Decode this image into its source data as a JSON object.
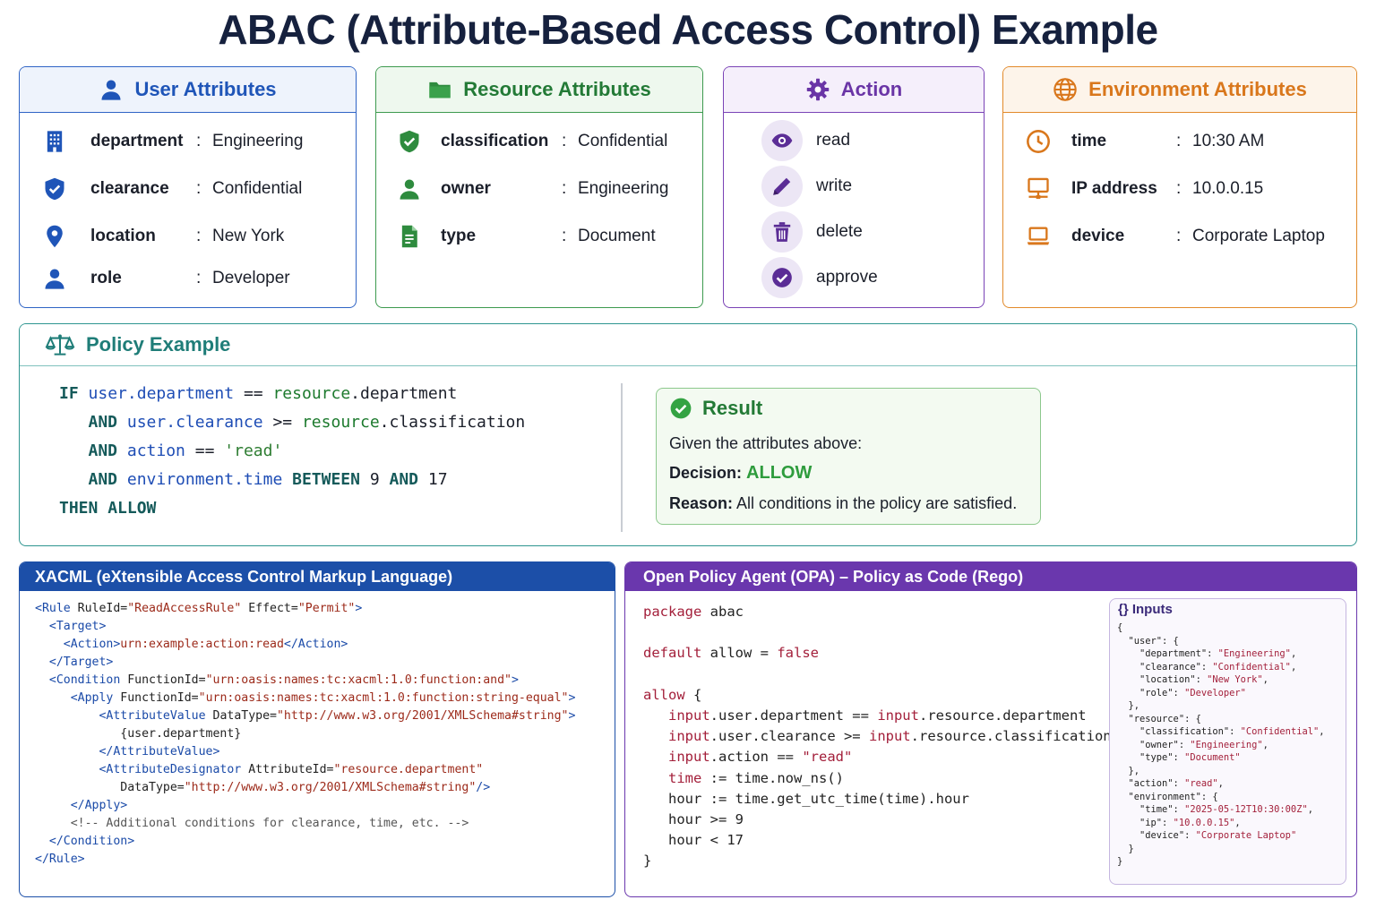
{
  "title": "ABAC (Attribute-Based Access Control) Example",
  "colors": {
    "user": "#2f64c5",
    "resource": "#3d9a4f",
    "action": "#7a43b6",
    "environment": "#e28a2a",
    "policy": "#2e9590",
    "xacml": "#1c4fa8",
    "opa": "#6a37ad"
  },
  "user": {
    "title": "User Attributes",
    "items": [
      {
        "icon": "building-icon",
        "key": "department",
        "value": "Engineering"
      },
      {
        "icon": "shield-check-icon",
        "key": "clearance",
        "value": "Confidential"
      },
      {
        "icon": "location-pin-icon",
        "key": "location",
        "value": "New York"
      },
      {
        "icon": "person-icon",
        "key": "role",
        "value": "Developer"
      }
    ]
  },
  "resource": {
    "title": "Resource Attributes",
    "items": [
      {
        "icon": "shield-check-icon",
        "key": "classification",
        "value": "Confidential"
      },
      {
        "icon": "person-icon",
        "key": "owner",
        "value": "Engineering"
      },
      {
        "icon": "document-icon",
        "key": "type",
        "value": "Document"
      }
    ]
  },
  "action": {
    "title": "Action",
    "items": [
      {
        "icon": "eye-icon",
        "value": "read"
      },
      {
        "icon": "pencil-icon",
        "value": "write"
      },
      {
        "icon": "trash-icon",
        "value": "delete"
      },
      {
        "icon": "check-circle-icon",
        "value": "approve"
      }
    ]
  },
  "environment": {
    "title": "Environment Attributes",
    "items": [
      {
        "icon": "clock-icon",
        "key": "time",
        "value": "10:30 AM"
      },
      {
        "icon": "monitor-network-icon",
        "key": "IP address",
        "value": "10.0.0.15"
      },
      {
        "icon": "laptop-icon",
        "key": "device",
        "value": "Corporate Laptop"
      }
    ]
  },
  "separator": ":",
  "policy": {
    "title": "Policy Example",
    "lines": [
      [
        [
          "IF",
          "kw"
        ],
        [
          " ",
          ""
        ],
        [
          "user",
          "var"
        ],
        [
          ".department",
          "var"
        ],
        [
          " == ",
          ""
        ],
        [
          "resource",
          "res"
        ],
        [
          ".department",
          ""
        ]
      ],
      [
        [
          "   AND",
          "kw"
        ],
        [
          " ",
          ""
        ],
        [
          "user",
          "var"
        ],
        [
          ".clearance",
          "var"
        ],
        [
          " >= ",
          ""
        ],
        [
          "resource",
          "res"
        ],
        [
          ".classification",
          ""
        ]
      ],
      [
        [
          "   AND",
          "kw"
        ],
        [
          " ",
          ""
        ],
        [
          "action",
          "var"
        ],
        [
          " == ",
          ""
        ],
        [
          "'read'",
          "str"
        ]
      ],
      [
        [
          "   AND",
          "kw"
        ],
        [
          " ",
          ""
        ],
        [
          "environment",
          "var"
        ],
        [
          ".time",
          "var"
        ],
        [
          " ",
          ""
        ],
        [
          "BETWEEN",
          "kw"
        ],
        [
          " 9 ",
          ""
        ],
        [
          "AND",
          "kw"
        ],
        [
          " 17",
          ""
        ]
      ],
      [
        [
          "THEN",
          "kw"
        ],
        [
          " ",
          ""
        ],
        [
          "ALLOW",
          "kw"
        ]
      ]
    ],
    "result": {
      "title": "Result",
      "line1": "Given the attributes above:",
      "decision_label": "Decision:",
      "decision_value": "ALLOW",
      "reason_label": "Reason:",
      "reason_value": "All conditions in the policy are satisfied."
    }
  },
  "xacml": {
    "title": "XACML (eXtensible Access Control Markup Language)",
    "lines": [
      [
        [
          "<Rule",
          "tag"
        ],
        [
          " RuleId=",
          "attrn"
        ],
        [
          "\"ReadAccessRule\"",
          "aval"
        ],
        [
          " Effect=",
          "attrn"
        ],
        [
          "\"Permit\"",
          "aval"
        ],
        [
          ">",
          "tag"
        ]
      ],
      [
        [
          "  <Target>",
          "tag"
        ]
      ],
      [
        [
          "    <Action>",
          "tag"
        ],
        [
          "urn:example:action:read",
          "aval"
        ],
        [
          "</Action>",
          "tag"
        ]
      ],
      [
        [
          "  </Target>",
          "tag"
        ]
      ],
      [
        [
          "  <Condition",
          "tag"
        ],
        [
          " FunctionId=",
          "attrn"
        ],
        [
          "\"urn:oasis:names:tc:xacml:1.0:function:and\"",
          "aval"
        ],
        [
          ">",
          "tag"
        ]
      ],
      [
        [
          "     <Apply",
          "tag"
        ],
        [
          " FunctionId=",
          "attrn"
        ],
        [
          "\"urn:oasis:names:tc:xacml:1.0:function:string-equal\"",
          "aval"
        ],
        [
          ">",
          "tag"
        ]
      ],
      [
        [
          "         <AttributeValue",
          "tag"
        ],
        [
          " DataType=",
          "attrn"
        ],
        [
          "\"http://www.w3.org/2001/XMLSchema#string\"",
          "aval"
        ],
        [
          ">",
          "tag"
        ]
      ],
      [
        [
          "            {user.department}",
          "attrn"
        ]
      ],
      [
        [
          "         </AttributeValue>",
          "tag"
        ]
      ],
      [
        [
          "         <AttributeDesignator",
          "tag"
        ],
        [
          " AttributeId=",
          "attrn"
        ],
        [
          "\"resource.department\"",
          "aval"
        ]
      ],
      [
        [
          "            DataType=",
          "attrn"
        ],
        [
          "\"http://www.w3.org/2001/XMLSchema#string\"",
          "aval"
        ],
        [
          "/>",
          "tag"
        ]
      ],
      [
        [
          "     </Apply>",
          "tag"
        ]
      ],
      [
        [
          "     <!-- Additional conditions for clearance, time, etc. -->",
          "cmt"
        ]
      ],
      [
        [
          "  </Condition>",
          "tag"
        ]
      ],
      [
        [
          "</Rule>",
          "tag"
        ]
      ]
    ]
  },
  "opa": {
    "title": "Open Policy Agent (OPA) – Policy as Code (Rego)",
    "lines": [
      [
        [
          "package",
          "okw"
        ],
        [
          " abac",
          ""
        ]
      ],
      [
        [
          "",
          ""
        ]
      ],
      [
        [
          "default",
          "okw"
        ],
        [
          " allow = ",
          ""
        ],
        [
          "false",
          "okw"
        ]
      ],
      [
        [
          "",
          ""
        ]
      ],
      [
        [
          "allow",
          "okw"
        ],
        [
          " {",
          ""
        ]
      ],
      [
        [
          "   ",
          ""
        ],
        [
          "input",
          "oin"
        ],
        [
          ".user.department == ",
          ""
        ],
        [
          "input",
          "oin"
        ],
        [
          ".resource.department",
          ""
        ]
      ],
      [
        [
          "   ",
          ""
        ],
        [
          "input",
          "oin"
        ],
        [
          ".user.clearance >= ",
          ""
        ],
        [
          "input",
          "oin"
        ],
        [
          ".resource.classification",
          ""
        ]
      ],
      [
        [
          "   ",
          ""
        ],
        [
          "input",
          "oin"
        ],
        [
          ".action == ",
          ""
        ],
        [
          "\"read\"",
          "ostr"
        ]
      ],
      [
        [
          "   ",
          ""
        ],
        [
          "time",
          "oin"
        ],
        [
          " := time.now_ns()",
          ""
        ]
      ],
      [
        [
          "   hour := time.get_utc_time(time).hour",
          ""
        ]
      ],
      [
        [
          "   hour >= 9",
          ""
        ]
      ],
      [
        [
          "   hour < 17",
          ""
        ]
      ],
      [
        [
          "}",
          ""
        ]
      ]
    ],
    "inputs": {
      "title": "{} Inputs",
      "lines": [
        [
          [
            "{",
            ""
          ]
        ],
        [
          [
            "  \"user\": {",
            ""
          ]
        ],
        [
          [
            "    \"department\": ",
            ""
          ],
          [
            "\"Engineering\"",
            "jv"
          ],
          [
            ",",
            ""
          ]
        ],
        [
          [
            "    \"clearance\": ",
            ""
          ],
          [
            "\"Confidential\"",
            "jv"
          ],
          [
            ",",
            ""
          ]
        ],
        [
          [
            "    \"location\": ",
            ""
          ],
          [
            "\"New York\"",
            "jv"
          ],
          [
            ",",
            ""
          ]
        ],
        [
          [
            "    \"role\": ",
            ""
          ],
          [
            "\"Developer\"",
            "jv"
          ]
        ],
        [
          [
            "  },",
            ""
          ]
        ],
        [
          [
            "  \"resource\": {",
            ""
          ]
        ],
        [
          [
            "    \"classification\": ",
            ""
          ],
          [
            "\"Confidential\"",
            "jv"
          ],
          [
            ",",
            ""
          ]
        ],
        [
          [
            "    \"owner\": ",
            ""
          ],
          [
            "\"Engineering\"",
            "jv"
          ],
          [
            ",",
            ""
          ]
        ],
        [
          [
            "    \"type\": ",
            ""
          ],
          [
            "\"Document\"",
            "jv"
          ]
        ],
        [
          [
            "  },",
            ""
          ]
        ],
        [
          [
            "  \"action\": ",
            ""
          ],
          [
            "\"read\"",
            "jv"
          ],
          [
            ",",
            ""
          ]
        ],
        [
          [
            "  \"environment\": {",
            ""
          ]
        ],
        [
          [
            "    \"time\": ",
            ""
          ],
          [
            "\"2025-05-12T10:30:00Z\"",
            "jv"
          ],
          [
            ",",
            ""
          ]
        ],
        [
          [
            "    \"ip\": ",
            ""
          ],
          [
            "\"10.0.0.15\"",
            "jv"
          ],
          [
            ",",
            ""
          ]
        ],
        [
          [
            "    \"device\": ",
            ""
          ],
          [
            "\"Corporate Laptop\"",
            "jv"
          ]
        ],
        [
          [
            "  }",
            ""
          ]
        ],
        [
          [
            "}",
            ""
          ]
        ]
      ]
    }
  }
}
